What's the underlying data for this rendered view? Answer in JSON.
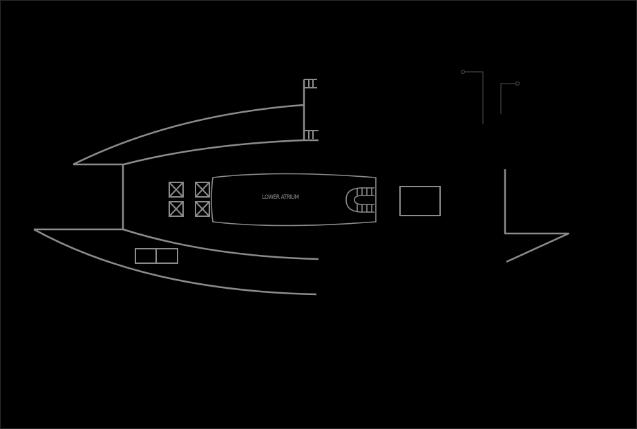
{
  "map": {
    "type": "floor-plan",
    "background": "#000000",
    "line_color": "#8c8c8c",
    "thin_line_color": "#444444",
    "rooms": [
      {
        "id": "lower-atrium",
        "label": "LOWER ATRIUM"
      }
    ],
    "features": [
      {
        "type": "stairs",
        "location": "upper-left-tower-top"
      },
      {
        "type": "stairs",
        "location": "upper-left-tower-bottom"
      },
      {
        "type": "curved-staircase",
        "location": "lower-atrium-east"
      },
      {
        "type": "elevator-x",
        "count": 4,
        "location": "west-of-atrium"
      },
      {
        "type": "counter",
        "location": "south-west"
      },
      {
        "type": "room-box",
        "location": "east-of-atrium"
      },
      {
        "type": "marker-pin",
        "count": 2,
        "location": "north-east"
      }
    ]
  }
}
